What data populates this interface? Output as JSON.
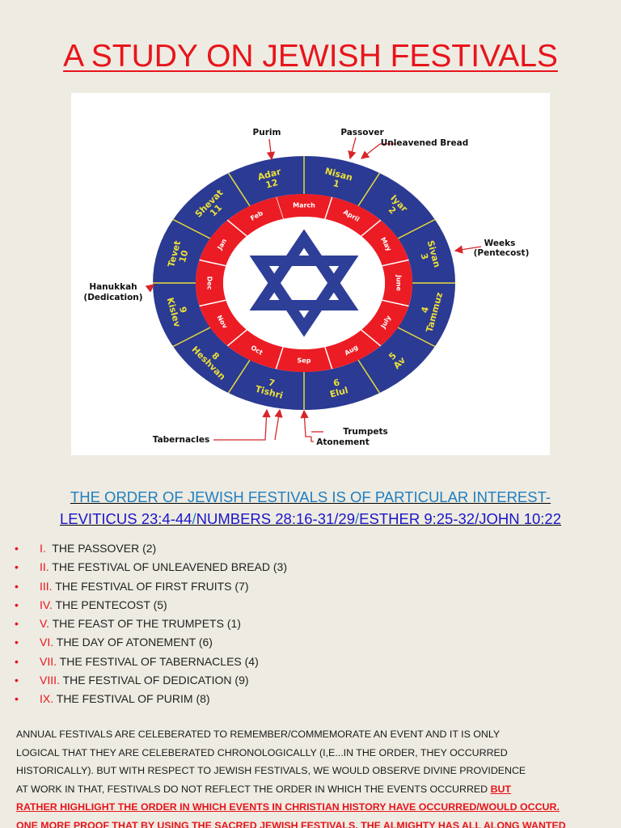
{
  "title": "A STUDY ON JEWISH FESTIVALS",
  "diagram": {
    "hebrew_months": [
      {
        "name": "Nisan",
        "num": "1"
      },
      {
        "name": "Iyar",
        "num": "2"
      },
      {
        "name": "Sivan",
        "num": "3"
      },
      {
        "name": "Tammuz",
        "num": "4"
      },
      {
        "name": "Av",
        "num": "5"
      },
      {
        "name": "Elul",
        "num": "6"
      },
      {
        "name": "Tishri",
        "num": "7"
      },
      {
        "name": "Heshvan",
        "num": "8"
      },
      {
        "name": "Kislev",
        "num": "9"
      },
      {
        "name": "Tevet",
        "num": "10"
      },
      {
        "name": "Shevat",
        "num": "11"
      },
      {
        "name": "Adar",
        "num": "12"
      }
    ],
    "gregorian_months": [
      "March",
      "April",
      "May",
      "June",
      "July",
      "Aug",
      "Sep",
      "Oct",
      "Nov",
      "Dec",
      "Jan",
      "Feb"
    ],
    "annotations": {
      "purim": "Purim",
      "passover": "Passover",
      "unleavened": "Unleavened Bread",
      "weeks": "Weeks",
      "pentecost": "(Pentecost)",
      "hanukkah": "Hanukkah",
      "dedication": "(Dedication)",
      "tabernacles": "Tabernacles",
      "trumpets": "Trumpets",
      "atonement": "Atonement"
    },
    "colors": {
      "outer": "#2b3a92",
      "inner": "#ec1c24",
      "divider": "#e6dc3c",
      "star": "#2e3f98",
      "arrow": "#d8262b"
    }
  },
  "interest": {
    "part1": "THE ORDER OF JEWISH FESTIVALS IS OF PARTICULAR INTEREST-",
    "part2": "LEVITICUS 23:4-44",
    "sep1": "/",
    "part3": "NUMBERS 28:16-31/29",
    "sep2": "/",
    "part4": "ESTHER 9:25-32/JOHN 10:22"
  },
  "festivals": [
    {
      "num": "I.",
      "text": "  THE PASSOVER (2)"
    },
    {
      "num": "II.",
      "text": " THE FESTIVAL OF UNLEAVENED BREAD (3)"
    },
    {
      "num": "III.",
      "text": " THE FESTIVAL OF FIRST FRUITS (7)"
    },
    {
      "num": "IV.",
      "text": " THE PENTECOST (5)"
    },
    {
      "num": "V.",
      "text": " THE FEAST OF THE TRUMPETS (1)"
    },
    {
      "num": "VI.",
      "text": " THE DAY OF ATONEMENT (6)"
    },
    {
      "num": "VII.",
      "text": " THE FESTIVAL OF TABERNACLES (4)"
    },
    {
      "num": "VIII.",
      "text": " THE FESTIVAL OF DEDICATION (9)"
    },
    {
      "num": "IX.",
      "text": " THE FESTIVAL OF PURIM (8)"
    }
  ],
  "bullet": "•",
  "paragraph": {
    "line1": "ANNUAL FESTIVALS ARE CELEBERATED TO REMEMBER/COMMEMORATE AN EVENT AND IT IS ONLY",
    "line2": "LOGICAL THAT  THEY ARE CELEBERATED CHRONOLOGICALLY (I,E...IN THE ORDER, THEY OCCURRED",
    "line3": "HISTORICALLY). BUT WITH RESPECT TO JEWISH FESTIVALS, WE WOULD OBSERVE DIVINE PROVIDENCE",
    "line4": "AT WORK IN THAT, FESTIVALS DO NOT REFLECT THE ORDER IN WHICH THE EVENTS OCCURRED ",
    "line4_red": "BUT",
    "line5_red": "RATHER  HIGHLIGHT THE ORDER IN WHICH EVENTS IN CHRISTIAN HISTORY HAVE OCCURRED/WOULD OCCUR.",
    "line6_a": "ONE MORE ",
    "line6_proof": "PROOF",
    "line6_b": " THAT BY USING THE SACRED JEWISH FESTIVALS, THE ALMIGHTY HAS ALL ALONG WANTED"
  }
}
